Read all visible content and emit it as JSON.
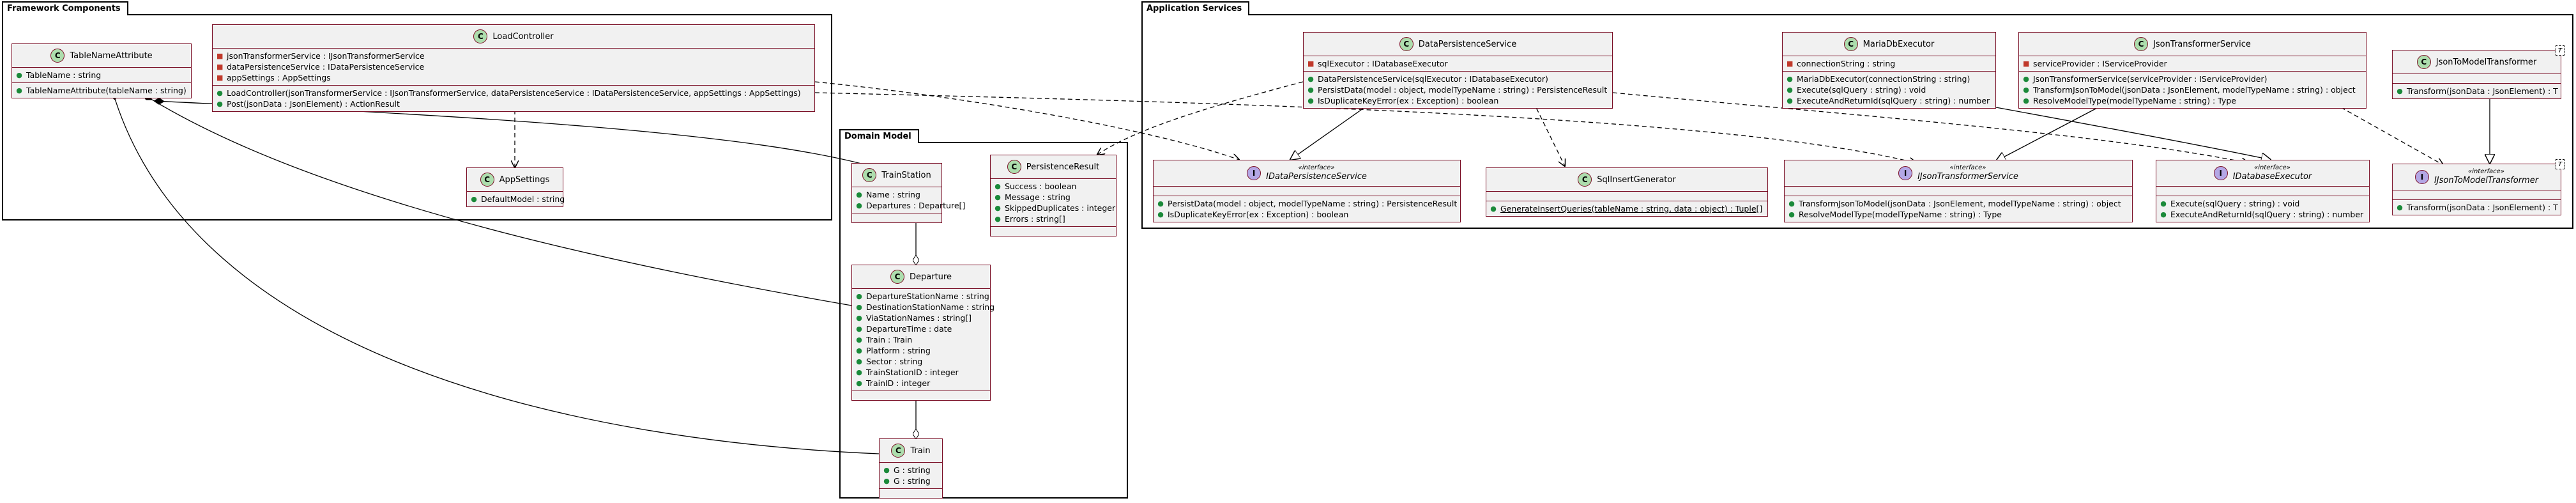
{
  "packages": {
    "framework": "Framework Components",
    "application": "Application Services",
    "domain": "Domain Model"
  },
  "colors": {
    "class_border": "#7a0f26",
    "class_fill": "#f1f1f1",
    "class_badge": "#adddad",
    "interface_badge": "#b4a7e5",
    "public_marker": "#1b8a3a",
    "private_marker": "#c0392b"
  },
  "classes": {
    "table_name_attribute": {
      "badge": "C",
      "name": "TableNameAttribute",
      "fields": [
        "TableName : string"
      ],
      "methods": [
        "TableNameAttribute(tableName : string)"
      ]
    },
    "load_controller": {
      "badge": "C",
      "name": "LoadController",
      "fields": [
        "jsonTransformerService : IJsonTransformerService",
        "dataPersistenceService : IDataPersistenceService",
        "appSettings : AppSettings"
      ],
      "methods": [
        "LoadController(jsonTransformerService : IJsonTransformerService, dataPersistenceService : IDataPersistenceService, appSettings : AppSettings)",
        "Post(jsonData : JsonElement) : ActionResult"
      ]
    },
    "app_settings": {
      "badge": "C",
      "name": "AppSettings",
      "fields": [
        "DefaultModel : string"
      ]
    },
    "data_persistence_service": {
      "badge": "C",
      "name": "DataPersistenceService",
      "fields": [
        "sqlExecutor : IDatabaseExecutor"
      ],
      "methods": [
        "DataPersistenceService(sqlExecutor : IDatabaseExecutor)",
        "PersistData(model : object, modelTypeName : string) : PersistenceResult",
        "IsDuplicateKeyError(ex : Exception) : boolean"
      ]
    },
    "maria_db_executor": {
      "badge": "C",
      "name": "MariaDbExecutor",
      "fields": [
        "connectionString : string"
      ],
      "methods": [
        "MariaDbExecutor(connectionString : string)",
        "Execute(sqlQuery : string) : void",
        "ExecuteAndReturnId(sqlQuery : string) : number"
      ]
    },
    "json_transformer_service": {
      "badge": "C",
      "name": "JsonTransformerService",
      "fields": [
        "serviceProvider : IServiceProvider"
      ],
      "methods": [
        "JsonTransformerService(serviceProvider : IServiceProvider)",
        "TransformJsonToModel(jsonData : JsonElement, modelTypeName : string) : object",
        "ResolveModelType(modelTypeName : string) : Type"
      ]
    },
    "json_to_model_transformer": {
      "badge": "C",
      "name": "JsonToModelTransformer",
      "tparam": "T",
      "methods": [
        "Transform(jsonData : JsonElement) : T"
      ]
    },
    "i_data_persistence_service": {
      "badge": "I",
      "stereotype": "«interface»",
      "name": "IDataPersistenceService",
      "methods": [
        "PersistData(model : object, modelTypeName : string) : PersistenceResult",
        "IsDuplicateKeyError(ex : Exception) : boolean"
      ]
    },
    "sql_insert_generator": {
      "badge": "C",
      "name": "SqlInsertGenerator",
      "methods": [
        "GenerateInsertQueries(tableName : string, data : object) : Tuple[]"
      ]
    },
    "i_json_transformer_service": {
      "badge": "I",
      "stereotype": "«interface»",
      "name": "IJsonTransformerService",
      "methods": [
        "TransformJsonToModel(jsonData : JsonElement, modelTypeName : string) : object",
        "ResolveModelType(modelTypeName : string) : Type"
      ]
    },
    "i_database_executor": {
      "badge": "I",
      "stereotype": "«interface»",
      "name": "IDatabaseExecutor",
      "methods": [
        "Execute(sqlQuery : string) : void",
        "ExecuteAndReturnId(sqlQuery : string) : number"
      ]
    },
    "i_json_to_model_transformer": {
      "badge": "I",
      "stereotype": "«interface»",
      "name": "IJsonToModelTransformer",
      "tparam": "T",
      "methods": [
        "Transform(jsonData : JsonElement) : T"
      ]
    },
    "train_station": {
      "badge": "C",
      "name": "TrainStation",
      "fields": [
        "Name : string",
        "Departures : Departure[]"
      ]
    },
    "persistence_result": {
      "badge": "C",
      "name": "PersistenceResult",
      "fields": [
        "Success : boolean",
        "Message : string",
        "SkippedDuplicates : integer",
        "Errors : string[]"
      ]
    },
    "departure": {
      "badge": "C",
      "name": "Departure",
      "fields": [
        "DepartureStationName : string",
        "DestinationStationName : string",
        "ViaStationNames : string[]",
        "DepartureTime : date",
        "Train : Train",
        "Platform : string",
        "Sector : string",
        "TrainStationID : integer",
        "TrainID : integer"
      ]
    },
    "train": {
      "badge": "C",
      "name": "Train",
      "fields": [
        "G : string",
        "G : string"
      ]
    }
  }
}
